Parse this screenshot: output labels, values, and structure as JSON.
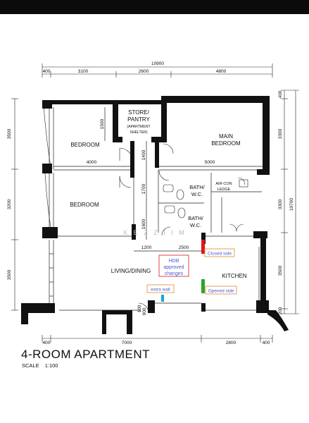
{
  "overall_dims": {
    "width": "10900",
    "height": "10700"
  },
  "top_dims": [
    "400",
    "3100",
    "2600",
    "4800"
  ],
  "bottom_dims": [
    "400",
    "7000",
    "2800",
    "400"
  ],
  "left_dims": [
    "3500",
    "3200",
    "3500"
  ],
  "right_dims": [
    "400",
    "3300",
    "3300",
    "3500",
    "200"
  ],
  "interior_dims": {
    "bedroom_width": "4000",
    "main_bedroom_width": "5000",
    "pantry_depth": "1500",
    "corridor_a": "1400",
    "corridor_b": "1700",
    "corridor_c": "1600",
    "living_a": "1200",
    "living_b": "2500",
    "door_a": "100",
    "door_b": "900"
  },
  "rooms": {
    "store": "STORE/",
    "pantry": "PANTRY",
    "apartment": "(APARTMENT",
    "shelter": "SHELTER)",
    "bedroom_1": "BEDROOM",
    "bedroom_2": "BEDROOM",
    "main_1": "MAIN",
    "main_2": "BEDROOM",
    "bath1_a": "BATH/",
    "bath1_b": "W.C.",
    "bath2_a": "BATH/",
    "bath2_b": "W.C.",
    "aircon_a": "AIR-CON",
    "aircon_b": "LEDGE",
    "living": "LIVING/DINING",
    "kitchen": "KITCHEN"
  },
  "annotations": {
    "hdb_1": "HDB",
    "hdb_2": "approved",
    "hdb_3": "changes",
    "closed_side": "Closed side",
    "opened_side": "Opened side",
    "extra_wall": "extra wall"
  },
  "watermark": "K E Z Z I I M",
  "title": "4-ROOM APARTMENT",
  "scale_label": "SCALE",
  "scale_value": "1:100",
  "colors": {
    "wall": "#111111",
    "closed_marker": "#e0161b",
    "opened_marker": "#2aa52a",
    "extra_marker": "#1aa3e0",
    "hdb_box": "#e03030",
    "callout_border": "#e08a2c"
  }
}
